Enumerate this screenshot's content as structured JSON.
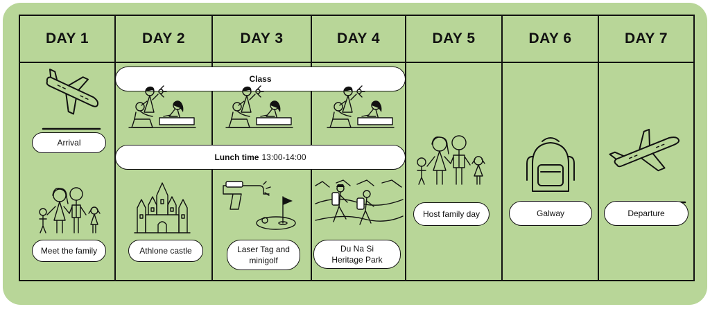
{
  "theme": {
    "background": "#b8d698",
    "line": "#111111",
    "pill": "#ffffff"
  },
  "days": [
    {
      "label": "DAY 1",
      "top_activity": "Arrival",
      "bottom_activity": "Meet the family"
    },
    {
      "label": "DAY 2",
      "bottom_activity": "Athlone castle"
    },
    {
      "label": "DAY 3",
      "bottom_activity": "Laser Tag and\nminigolf"
    },
    {
      "label": "DAY 4",
      "bottom_activity": "Du Na Si\nHeritage Park"
    },
    {
      "label": "DAY 5",
      "activity": "Host family day"
    },
    {
      "label": "DAY 6",
      "activity": "Galway"
    },
    {
      "label": "DAY 7",
      "activity": "Departure"
    }
  ],
  "class_bar": {
    "label": "Class"
  },
  "lunch_bar": {
    "label": "Lunch time",
    "time": "13:00-14:00"
  },
  "icons": [
    "plane-landing-icon",
    "family-icon",
    "classroom-icon",
    "castle-icon",
    "laser-tag-golf-icon",
    "hikers-icon",
    "backpack-icon",
    "plane-takeoff-icon"
  ]
}
